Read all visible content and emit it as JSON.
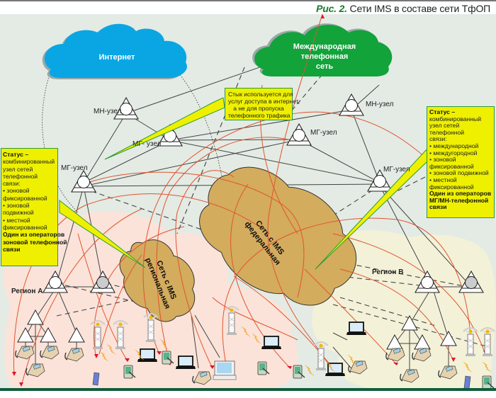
{
  "caption": {
    "figure_label": "Рис. 2.",
    "title": "Сети IMS в составе сети ТфОП"
  },
  "clouds": {
    "internet": "Интернет",
    "international": [
      "Международная",
      "телефонная",
      "сеть"
    ],
    "ims_federal": [
      "Сеть с IMS",
      "федеральная"
    ],
    "ims_regional": [
      "Сеть с IMS",
      "региональная"
    ]
  },
  "nodes": {
    "mn_left": "МН-узел",
    "mn_right": "МН-узел",
    "mg_center_left": "МГ- узел",
    "mg_center_right": "МГ-узел",
    "mg_left": "МГ-узел",
    "mg_right": "МГ-узел"
  },
  "regions": {
    "a": "Регион А",
    "b": "Регион В"
  },
  "callouts": {
    "top": [
      "Стык используется для",
      "услуг доступа в интернет,",
      "а не для пропуска",
      "телефонного трафика"
    ],
    "left": {
      "heading": "Статус –",
      "lines": [
        "комбинированный",
        "узел сетей",
        "телефонной",
        "связи:",
        "• зоновой",
        "фиксированной",
        "• зоновой",
        "подвижной",
        "• местной",
        "фиксированной"
      ],
      "footer": [
        "Один из операторов",
        "зоновой телефонной",
        "связи"
      ]
    },
    "right": {
      "heading": "Статус –",
      "lines": [
        "комбинированный",
        "узел сетей",
        "телефонной",
        "связи:",
        "• международной",
        "• междугородной",
        "• зоновой",
        "фиксированной",
        "• зоновой подвижной",
        "• местной",
        "фиксированной"
      ],
      "footer": [
        "Один из операторов",
        "МГ/МН-телефонной",
        "связи"
      ]
    }
  },
  "colors": {
    "background": "#e3ebe4",
    "internet_cloud": "#0aa6e4",
    "intl_cloud": "#12a33b",
    "ims_cloud": "#d3ac5e",
    "region_a": "#fbe3d9",
    "region_b": "#f3f1d8",
    "callout_fill": "#eef000",
    "callout_border": "#2d9a3a",
    "red_link": "#e2532e",
    "caption_accent": "#1a7a2c",
    "footer_bar": "#0f5d3a"
  }
}
